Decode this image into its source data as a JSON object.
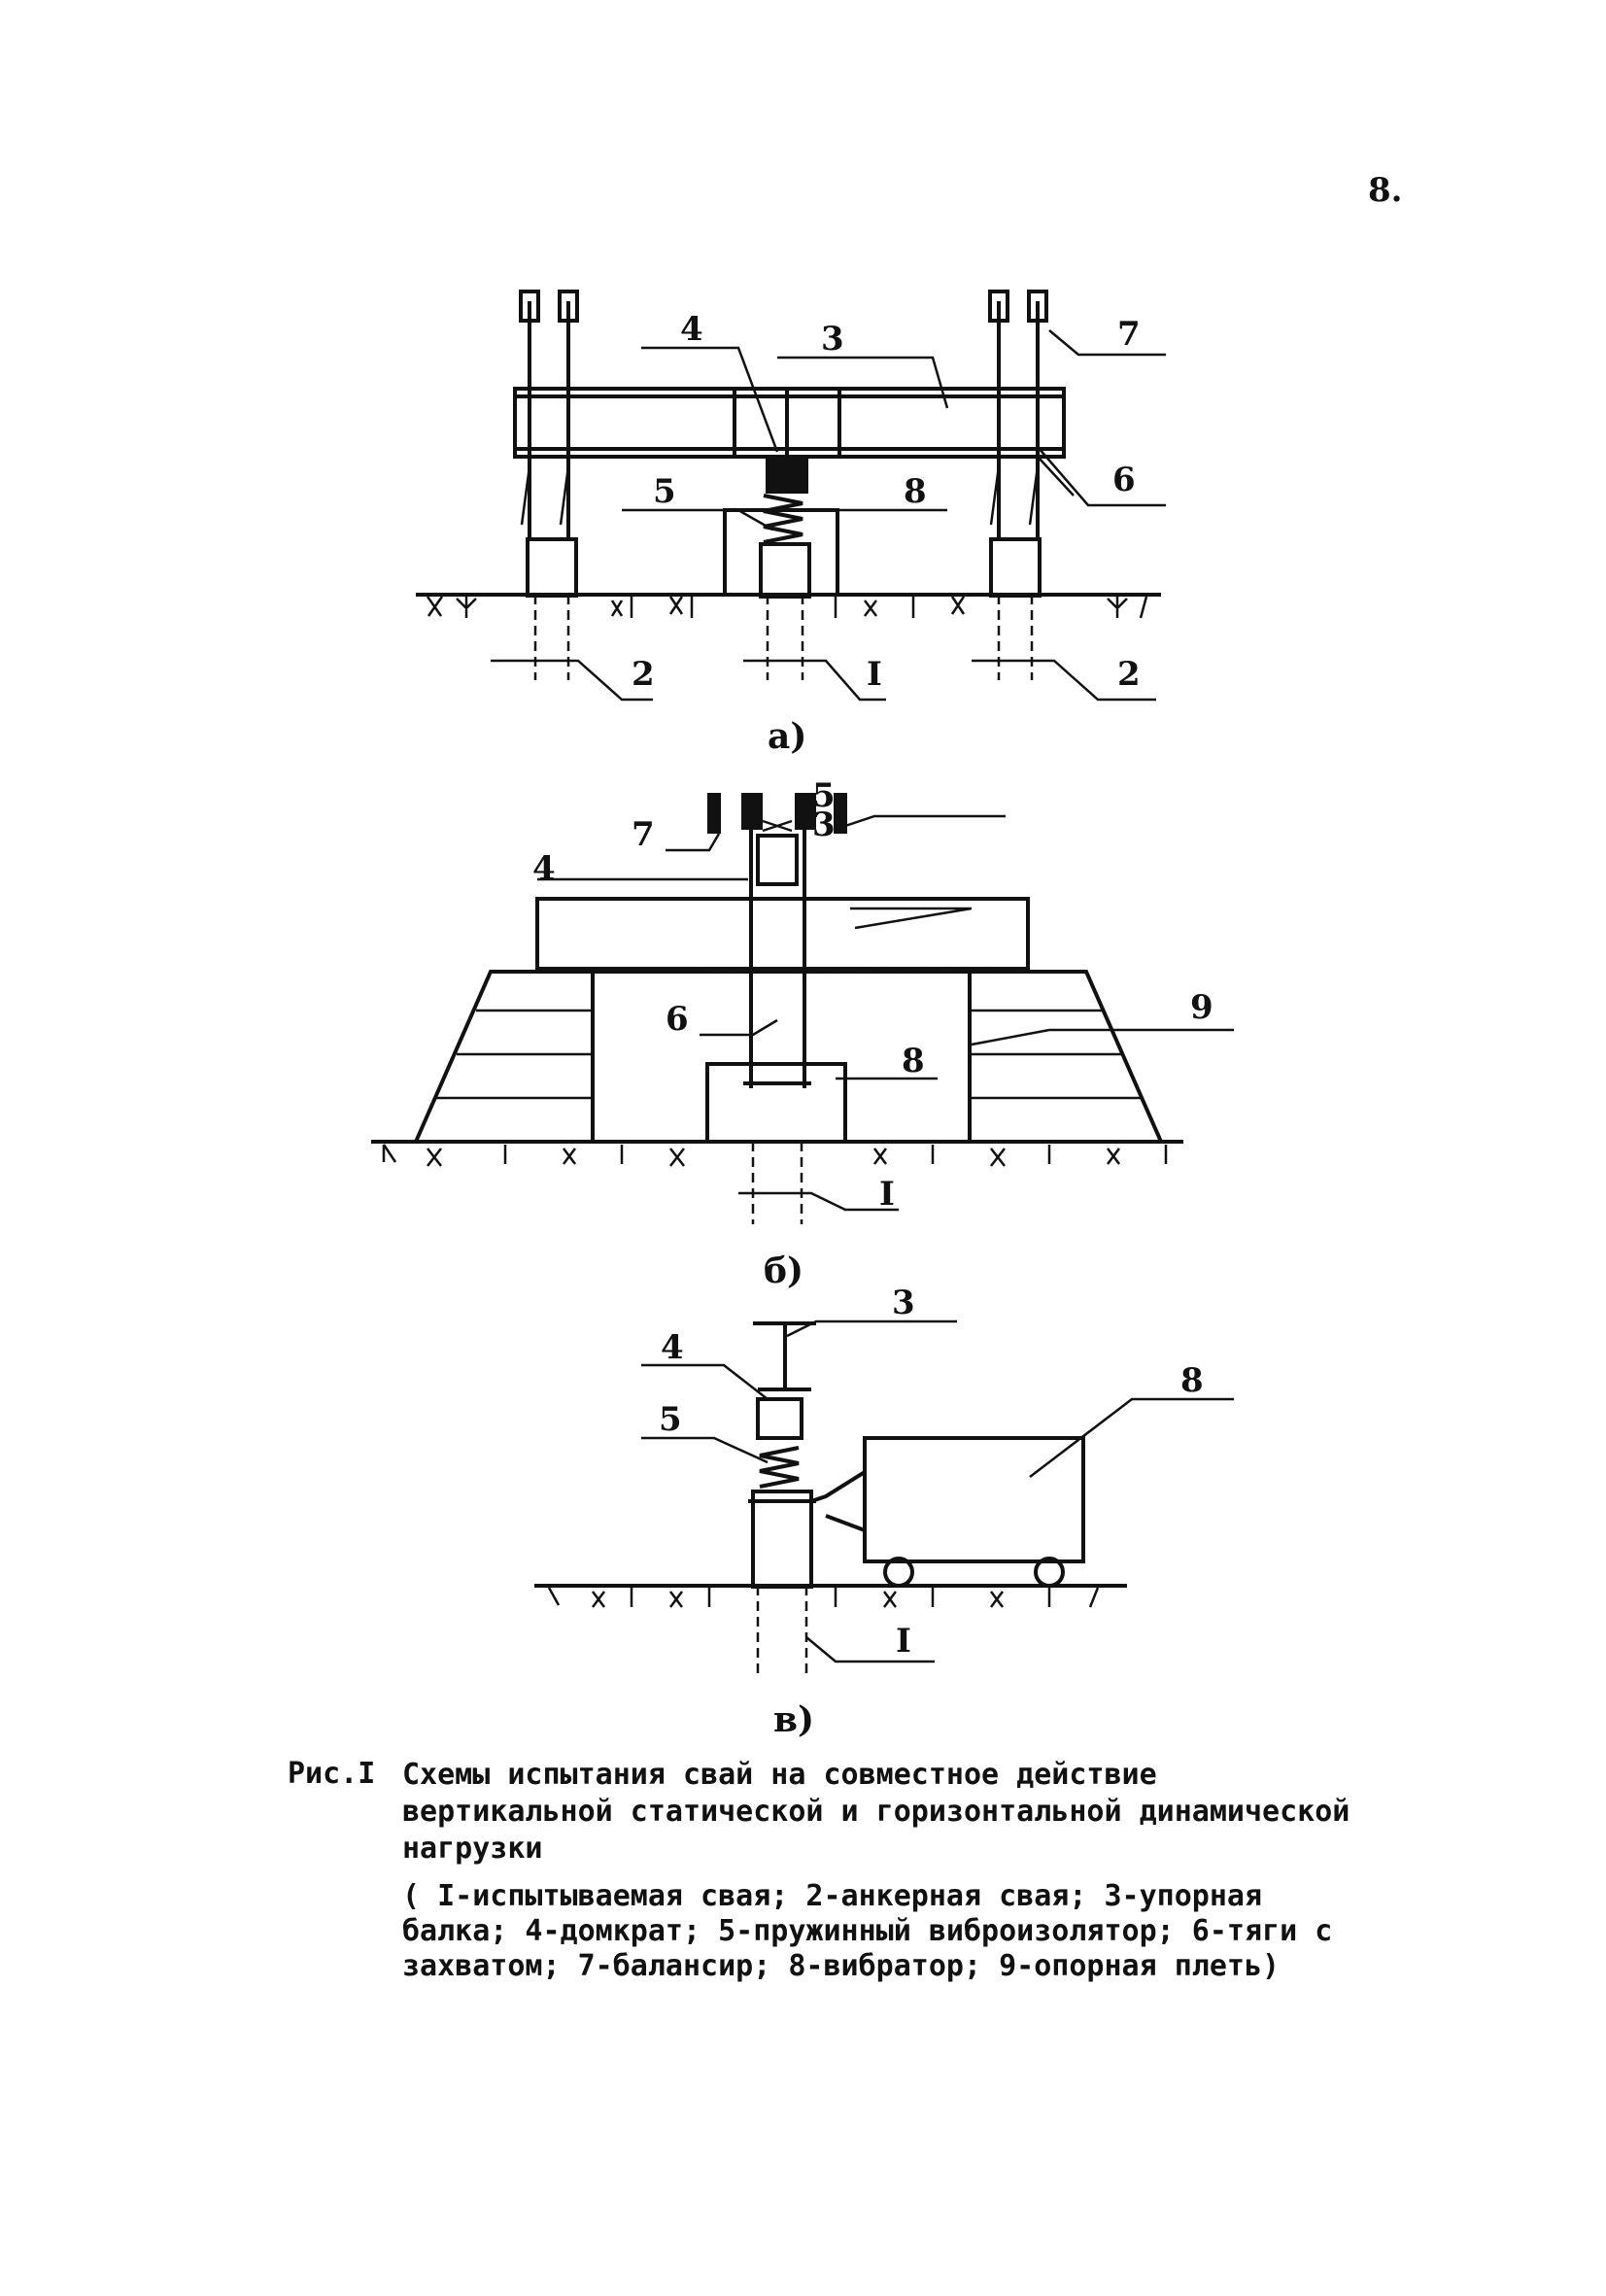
{
  "page": {
    "number": "8."
  },
  "diagrams": {
    "a": {
      "sublabel": "а)",
      "labels": {
        "l4": "4",
        "l3": "3",
        "l7": "7",
        "l6": "6",
        "l5": "5",
        "l8": "8",
        "l2a": "2",
        "l1": "I",
        "l2b": "2"
      }
    },
    "b": {
      "sublabel": "б)",
      "labels": {
        "l7": "7",
        "l5": "5",
        "l4": "4",
        "l3": "3",
        "l9": "9",
        "l6": "6",
        "l8": "8",
        "l1": "I"
      }
    },
    "v": {
      "sublabel": "в)",
      "labels": {
        "l3": "3",
        "l4": "4",
        "l5": "5",
        "l8": "8",
        "l1": "I"
      }
    }
  },
  "caption": {
    "fig_label": "Рис.I",
    "title": "Схемы испытания свай на совместное действие вертикальной статической и горизонтальной динамической нагрузки",
    "legend": "( I-испытываемая свая; 2-анкерная свая; 3-упорная балка; 4-домкрат; 5-пружинный виброизолятор; 6-тяги с захватом; 7-балансир; 8-вибратор; 9-опорная плеть)"
  }
}
